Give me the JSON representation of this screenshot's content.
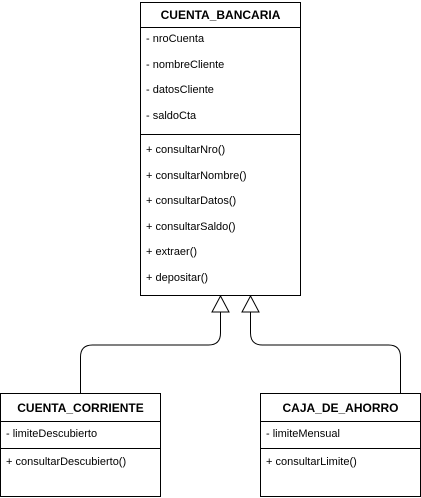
{
  "classes": {
    "cuenta_bancaria": {
      "name": "CUENTA_BANCARIA",
      "attributes": [
        "- nroCuenta",
        "- nombreCliente",
        "- datosCliente",
        "- saldoCta"
      ],
      "methods": [
        "+ consultarNro()",
        "+ consultarNombre()",
        "+ consultarDatos()",
        "+ consultarSaldo()",
        "+ extraer()",
        "+ depositar()"
      ]
    },
    "cuenta_corriente": {
      "name": "CUENTA_CORRIENTE",
      "attributes": [
        "- limiteDescubierto"
      ],
      "methods": [
        "+ consultarDescubierto()"
      ]
    },
    "caja_de_ahorro": {
      "name": "CAJA_DE_AHORRO",
      "attributes": [
        "- limiteMensual"
      ],
      "methods": [
        "+ consultarLimite()"
      ]
    }
  },
  "relationships": [
    {
      "type": "generalization",
      "from": "CUENTA_CORRIENTE",
      "to": "CUENTA_BANCARIA"
    },
    {
      "type": "generalization",
      "from": "CAJA_DE_AHORRO",
      "to": "CUENTA_BANCARIA"
    }
  ]
}
